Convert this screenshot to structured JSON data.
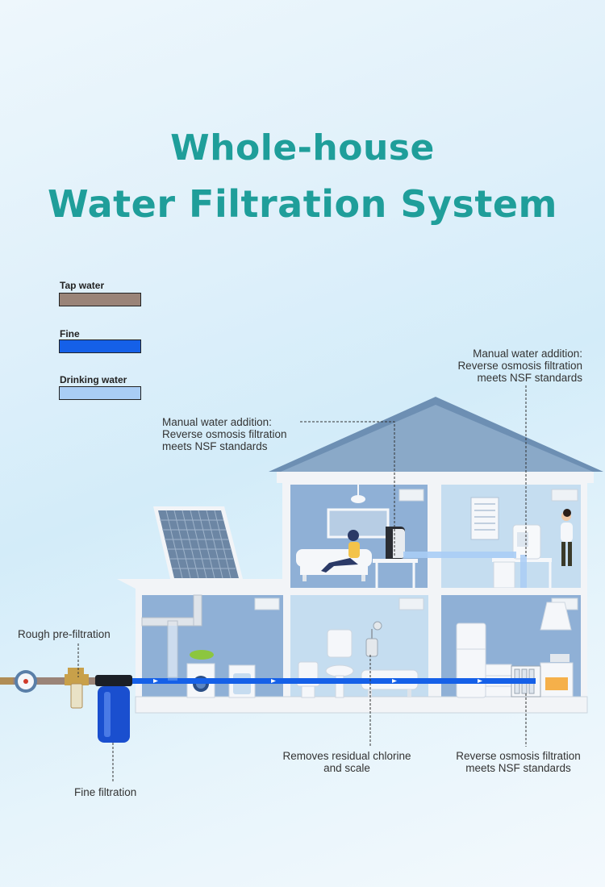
{
  "title": {
    "line1": "Whole-house",
    "line2": "Water Filtration System"
  },
  "legend": [
    {
      "label": "Tap water",
      "color": "#9a8478"
    },
    {
      "label": "Fine",
      "color": "#1560e8"
    },
    {
      "label": "Drinking water",
      "color": "#a9cdf5"
    }
  ],
  "callouts": {
    "top_right": {
      "line1": "Manual water addition:",
      "line2": "Reverse osmosis filtration",
      "line3": "meets NSF standards"
    },
    "top_mid": {
      "line1": "Manual water addition:",
      "line2": "Reverse osmosis filtration",
      "line3": "meets NSF standards"
    },
    "rough": "Rough pre-filtration",
    "fine": "Fine filtration",
    "chlorine": {
      "line1": "Removes residual chlorine",
      "line2": "and scale"
    },
    "ro_bottom": {
      "line1": "Reverse osmosis filtration",
      "line2": "meets NSF standards"
    }
  },
  "colors": {
    "title": "#1f9e9a",
    "pipe": "#1560e8",
    "room": "#8fb0d6",
    "roof": "#8aa9c8"
  }
}
